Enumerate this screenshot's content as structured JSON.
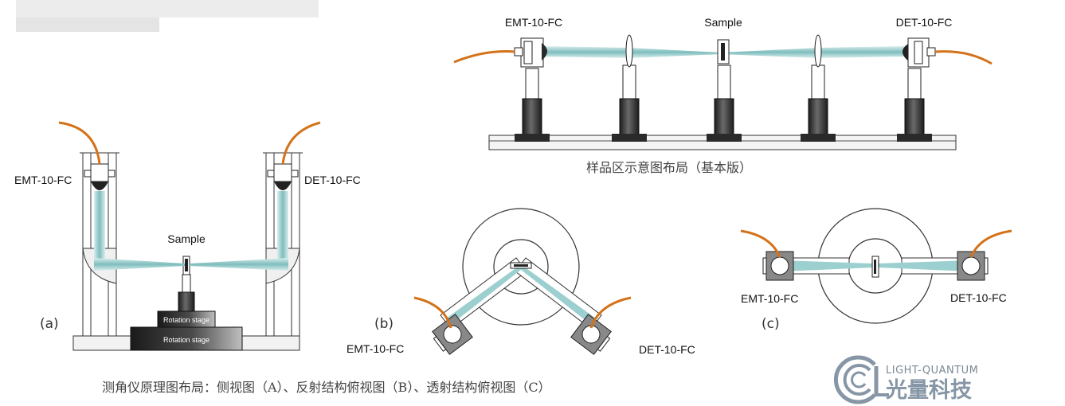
{
  "top_setup": {
    "emitter": "EMT-10-FC",
    "sample": "Sample",
    "detector": "DET-10-FC",
    "caption": "样品区示意图布局（基本版）"
  },
  "panel_a": {
    "marker": "(a)",
    "emitter": "EMT-10-FC",
    "detector": "DET-10-FC",
    "sample": "Sample",
    "stage_upper": "Rotation stage",
    "stage_lower": "Rotation stage"
  },
  "panel_b": {
    "marker": "(b)",
    "emitter": "EMT-10-FC",
    "detector": "DET-10-FC"
  },
  "panel_c": {
    "marker": "(c)",
    "emitter": "EMT-10-FC",
    "detector": "DET-10-FC"
  },
  "bottom_caption": "测角仪原理图布局：侧视图（A）、反射结构俯视图（B）、透射结构俯视图（C）",
  "brand": {
    "name_en": "LIGHT-QUANTUM",
    "name_cn": "光量科技",
    "color": "#8696a6"
  },
  "colors": {
    "fiber": "#d4721a",
    "beam": "#9ccfcf",
    "metal_dark": "#2e2e2e",
    "rail": "#f2f2f2"
  }
}
